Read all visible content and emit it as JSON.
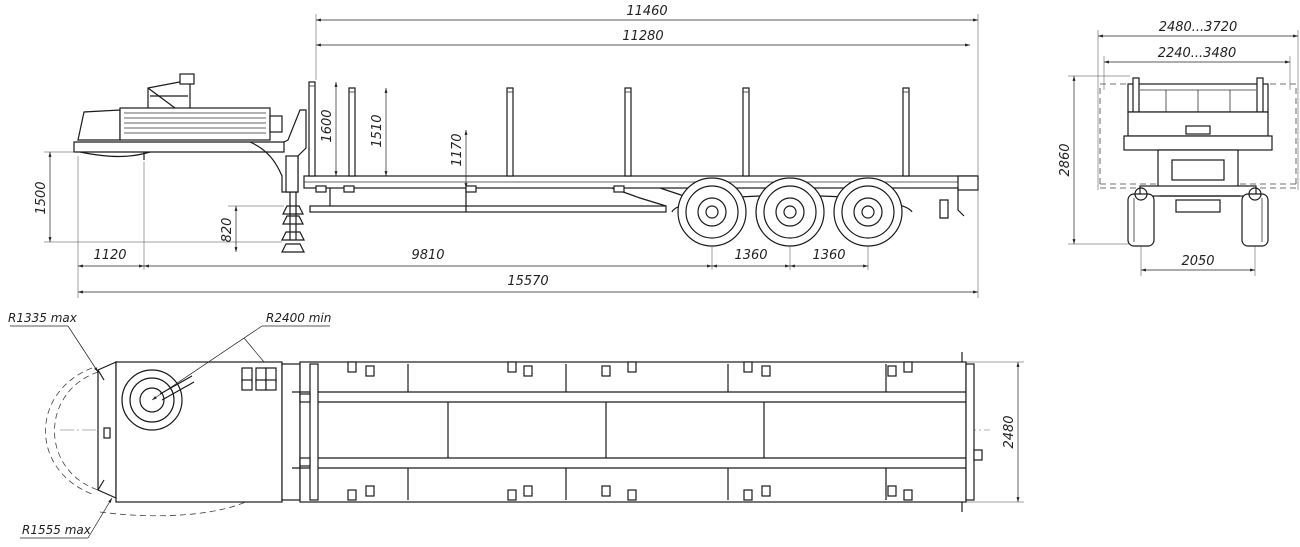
{
  "side_view": {
    "overall_length_deck": "11460",
    "platform_length": "11280",
    "stake_height": "1600",
    "stake_inner_height": "1510",
    "deck_height": "1170",
    "coupling_height": "1500",
    "support_height": "820",
    "kingpin_offset": "1120",
    "kingpin_to_axle": "9810",
    "axle_spacing_1": "1360",
    "axle_spacing_2": "1360",
    "overall_length": "15570"
  },
  "rear_view": {
    "overall_width": "2480...3720",
    "deck_width": "2240...3480",
    "overall_height": "2860",
    "track_width": "2050"
  },
  "top_view": {
    "front_radius": "R1335 max",
    "turning_radius": "R2400 min",
    "swing_radius": "R1555 max",
    "width": "2480"
  }
}
